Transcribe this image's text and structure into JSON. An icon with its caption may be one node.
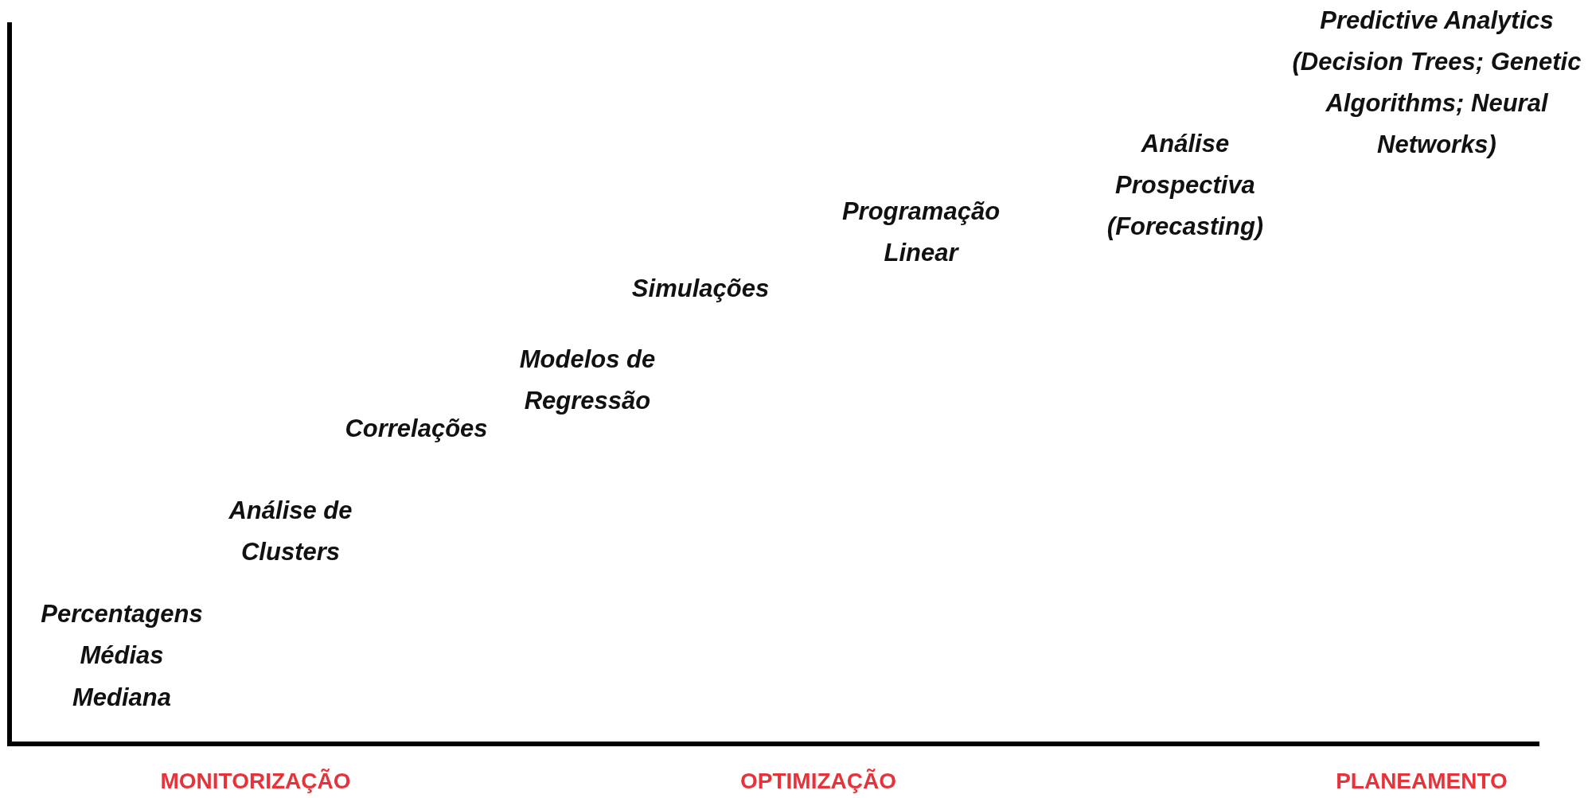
{
  "diagram": {
    "labels": [
      "Predictive Analytics (Decision Trees; Genetic Algorithms; Neural Networks)",
      "Análise Prospectiva (Forecasting)",
      "Programação Linear",
      "Simulações",
      "Modelos de Regressão",
      "Correlações",
      "Análise de Clusters",
      "Percentagens",
      "Médias",
      "Mediana",
      "MONITORIZAÇÃO",
      "OPTIMIZAÇÃO",
      "PLANEAMENTO"
    ]
  }
}
